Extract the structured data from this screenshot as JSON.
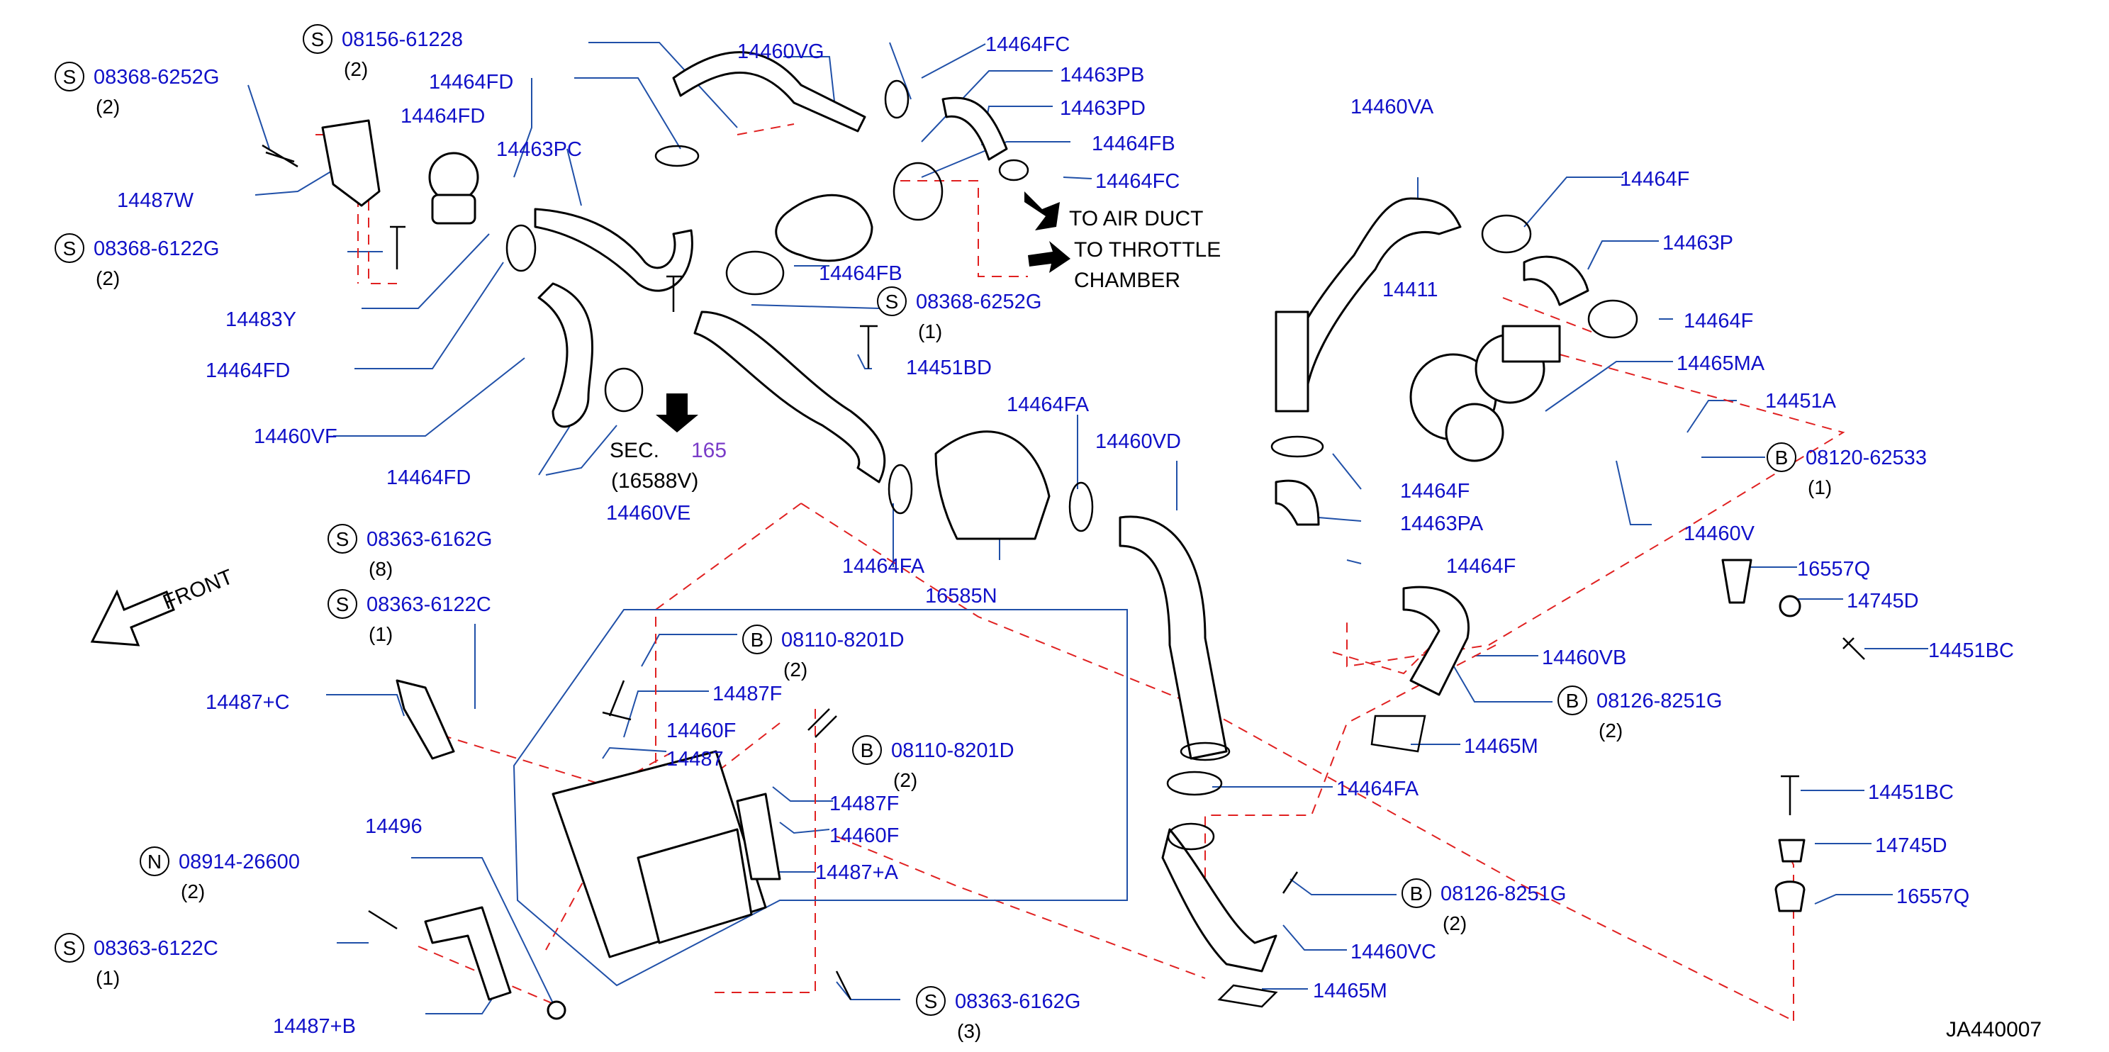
{
  "diagram_id": "JA440007",
  "sec_ref": {
    "prefix": "SEC.",
    "number": "165",
    "sub": "(16588V)"
  },
  "front_label": "FRONT",
  "callouts": {
    "to_air_duct": "TO  AIR  DUCT",
    "to_throttle_1": "TO  THROTTLE",
    "to_throttle_2": "CHAMBER"
  },
  "labels": [
    {
      "id": "s1",
      "prefix": "S",
      "text": "08156-61228",
      "qty": "(2)"
    },
    {
      "id": "s2",
      "prefix": "S",
      "text": "08368-6252G",
      "qty": "(2)"
    },
    {
      "id": "p14460VG",
      "text": "14460VG"
    },
    {
      "id": "p14464FC_a",
      "text": "14464FC"
    },
    {
      "id": "p14463PB",
      "text": "14463PB"
    },
    {
      "id": "p14464FD_a",
      "text": "14464FD"
    },
    {
      "id": "p14463PD",
      "text": "14463PD"
    },
    {
      "id": "p14464FD_b",
      "text": "14464FD"
    },
    {
      "id": "p14463PC",
      "text": "14463PC"
    },
    {
      "id": "p14464FB_a",
      "text": "14464FB"
    },
    {
      "id": "p14464FC_b",
      "text": "14464FC"
    },
    {
      "id": "p14487W",
      "text": "14487W"
    },
    {
      "id": "s3",
      "prefix": "S",
      "text": "08368-6122G",
      "qty": "(2)"
    },
    {
      "id": "p14464FB_b",
      "text": "14464FB"
    },
    {
      "id": "s4",
      "prefix": "S",
      "text": "08368-6252G",
      "qty": "(1)"
    },
    {
      "id": "p14483Y",
      "text": "14483Y"
    },
    {
      "id": "p14451BD",
      "text": "14451BD"
    },
    {
      "id": "p14464FD_c",
      "text": "14464FD"
    },
    {
      "id": "p14460VF",
      "text": "14460VF"
    },
    {
      "id": "p14464FA_a",
      "text": "14464FA"
    },
    {
      "id": "p14460VD",
      "text": "14460VD"
    },
    {
      "id": "p14464FD_d",
      "text": "14464FD"
    },
    {
      "id": "p14460VE",
      "text": "14460VE"
    },
    {
      "id": "s5",
      "prefix": "S",
      "text": "08363-6162G",
      "qty": "(8)"
    },
    {
      "id": "p14464FA_b",
      "text": "14464FA"
    },
    {
      "id": "p16585N",
      "text": "16585N"
    },
    {
      "id": "s6",
      "prefix": "S",
      "text": "08363-6122C",
      "qty": "(1)"
    },
    {
      "id": "b1",
      "prefix": "B",
      "text": "08110-8201D",
      "qty": "(2)"
    },
    {
      "id": "p14487F_a",
      "text": "14487F"
    },
    {
      "id": "p14487C",
      "text": "14487+C"
    },
    {
      "id": "p14460F_a",
      "text": "14460F"
    },
    {
      "id": "p14487",
      "text": "14487"
    },
    {
      "id": "b2",
      "prefix": "B",
      "text": "08110-8201D",
      "qty": "(2)"
    },
    {
      "id": "p14487F_b",
      "text": "14487F"
    },
    {
      "id": "p14496",
      "text": "14496"
    },
    {
      "id": "p14460F_b",
      "text": "14460F"
    },
    {
      "id": "n1",
      "prefix": "N",
      "text": "08914-26600",
      "qty": "(2)"
    },
    {
      "id": "p14487A",
      "text": "14487+A"
    },
    {
      "id": "s7",
      "prefix": "S",
      "text": "08363-6122C",
      "qty": "(1)"
    },
    {
      "id": "p14487B",
      "text": "14487+B"
    },
    {
      "id": "s8",
      "prefix": "S",
      "text": "08363-6162G",
      "qty": "(3)"
    },
    {
      "id": "p14460VA",
      "text": "14460VA"
    },
    {
      "id": "p14464F_a",
      "text": "14464F"
    },
    {
      "id": "p14463P",
      "text": "14463P"
    },
    {
      "id": "p14411",
      "text": "14411"
    },
    {
      "id": "p14464F_b",
      "text": "14464F"
    },
    {
      "id": "p14465MA",
      "text": "14465MA"
    },
    {
      "id": "p14451A",
      "text": "14451A"
    },
    {
      "id": "b3",
      "prefix": "B",
      "text": "08120-62533",
      "qty": "(1)"
    },
    {
      "id": "p14464F_c",
      "text": "14464F"
    },
    {
      "id": "p14463PA",
      "text": "14463PA"
    },
    {
      "id": "p14460V",
      "text": "14460V"
    },
    {
      "id": "p14464F_d",
      "text": "14464F"
    },
    {
      "id": "p16557Q_a",
      "text": "16557Q"
    },
    {
      "id": "p14745D_a",
      "text": "14745D"
    },
    {
      "id": "p14451BC_a",
      "text": "14451BC"
    },
    {
      "id": "p14460VB",
      "text": "14460VB"
    },
    {
      "id": "b4",
      "prefix": "B",
      "text": "08126-8251G",
      "qty": "(2)"
    },
    {
      "id": "p14465M_a",
      "text": "14465M"
    },
    {
      "id": "p14464FA_c",
      "text": "14464FA"
    },
    {
      "id": "p14451BC_b",
      "text": "14451BC"
    },
    {
      "id": "p14745D_b",
      "text": "14745D"
    },
    {
      "id": "p16557Q_b",
      "text": "16557Q"
    },
    {
      "id": "b5",
      "prefix": "B",
      "text": "08126-8251G",
      "qty": "(2)"
    },
    {
      "id": "p14460VC",
      "text": "14460VC"
    },
    {
      "id": "p14465M_b",
      "text": "14465M"
    }
  ]
}
